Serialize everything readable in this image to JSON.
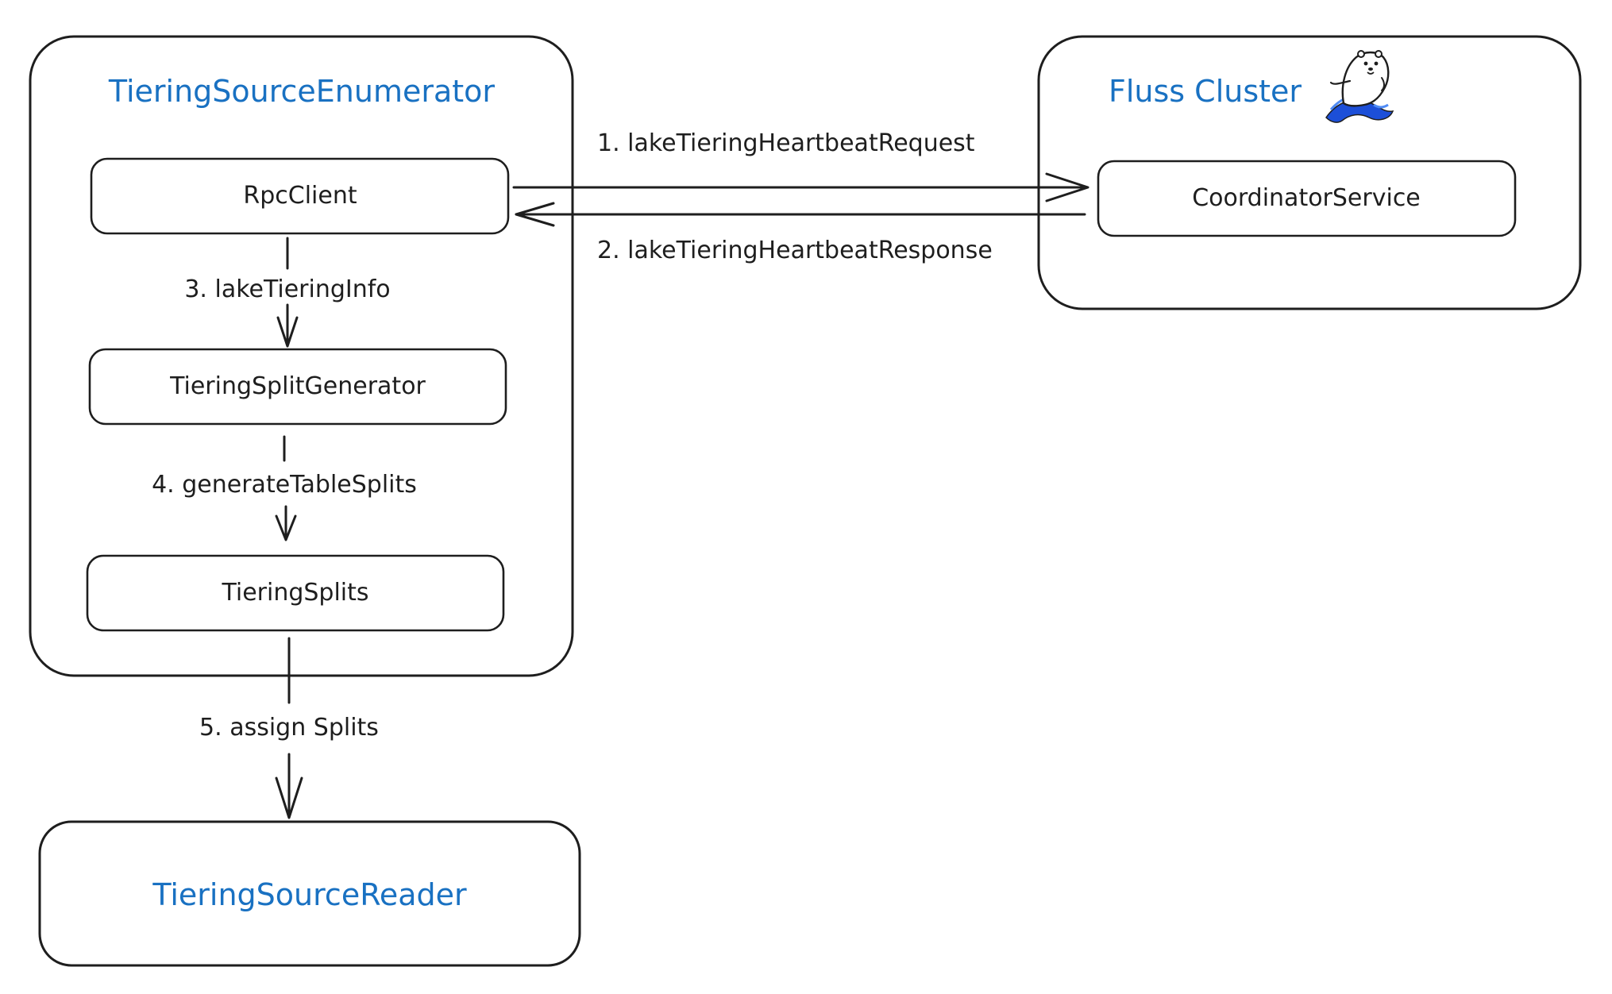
{
  "enumerator": {
    "title": "TieringSourceEnumerator",
    "components": {
      "rpc_client": "RpcClient",
      "split_generator": "TieringSplitGenerator",
      "splits": "TieringSplits"
    }
  },
  "cluster": {
    "title": "Fluss Cluster",
    "logo_icon": "otter-surfing-icon",
    "coordinator": "CoordinatorService"
  },
  "reader": {
    "title": "TieringSourceReader"
  },
  "edges": {
    "request": "1. lakeTieringHeartbeatRequest",
    "response": "2. lakeTieringHeartbeatResponse",
    "tiering_info": "3. lakeTieringInfo",
    "generate_splits": "4. generateTableSplits",
    "assign_splits": "5. assign Splits"
  },
  "colors": {
    "title": "#1971c2",
    "stroke": "#1e1e1e",
    "logo_wave": "#1c4fd8",
    "logo_wave_light": "#4f8bf5"
  }
}
